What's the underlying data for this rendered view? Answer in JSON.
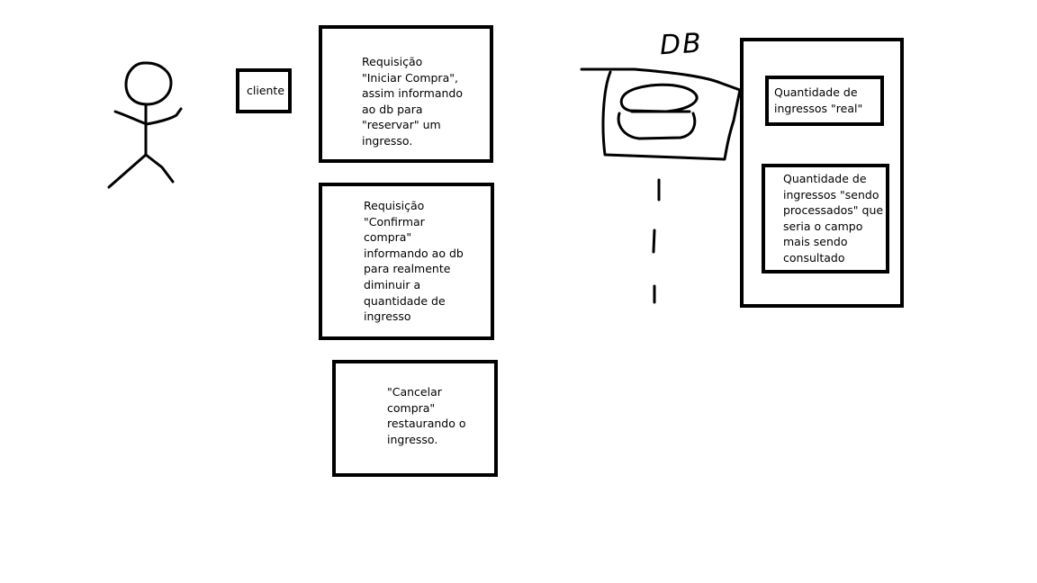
{
  "client_label": "cliente",
  "db_label": "DB",
  "requests": {
    "iniciar": "Requisição\n\"Iniciar Compra\",\nassim informando\nao db para\n\"reservar\" um\ningresso.",
    "confirmar": "Requisição\n\"Confirmar\ncompra\"\ninformando ao db\npara realmente\ndiminuir a\nquantidade de\ningresso",
    "cancelar": "\"Cancelar\ncompra\"\nrestaurando o\ningresso."
  },
  "db_fields": {
    "real": "Quantidade de\ningressos \"real\"",
    "processados": "Quantidade de\ningressos \"sendo\nprocessados\" que\nseria o campo\nmais sendo\nconsultado"
  }
}
